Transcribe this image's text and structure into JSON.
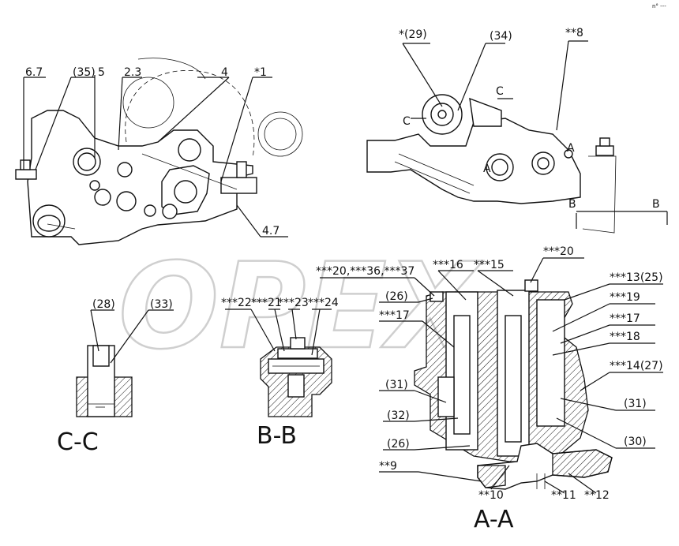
{
  "watermark": "OPEX",
  "corner_mark": "n° ---",
  "labels": {
    "l_6_7": "6.7",
    "l_35": "(35)",
    "l_5": "5",
    "l_2_3": "2.3",
    "l_4": "4",
    "l_1": "*1",
    "l_4_7": "4.7",
    "l_29": "*(29)",
    "l_34": "(34)",
    "l_8": "**8",
    "l_c1": "C",
    "l_c2": "C",
    "l_a1": "A",
    "l_a2": "A",
    "l_b1": "B",
    "l_b2": "B",
    "l_20_36_37": "***20,***36,***37",
    "l_16": "***16",
    "l_15": "***15",
    "l_20": "***20",
    "l_13_25": "***13(25)",
    "l_19": "***19",
    "l_17r": "***17",
    "l_18": "***18",
    "l_14_27": "***14(27)",
    "l_26a": "(26)",
    "l_17l": "***17",
    "l_31l": "(31)",
    "l_32": "(32)",
    "l_26b": "(26)",
    "l_31r": "(31)",
    "l_30": "(30)",
    "l_9": "**9",
    "l_10": "**10",
    "l_11": "**11",
    "l_12": "**12",
    "l_22": "***22",
    "l_21": "***21",
    "l_23": "***23",
    "l_24": "***24",
    "l_28": "(28)",
    "l_33": "(33)"
  },
  "sections": {
    "cc": "C-C",
    "bb": "B-B",
    "aa": "A-A"
  }
}
